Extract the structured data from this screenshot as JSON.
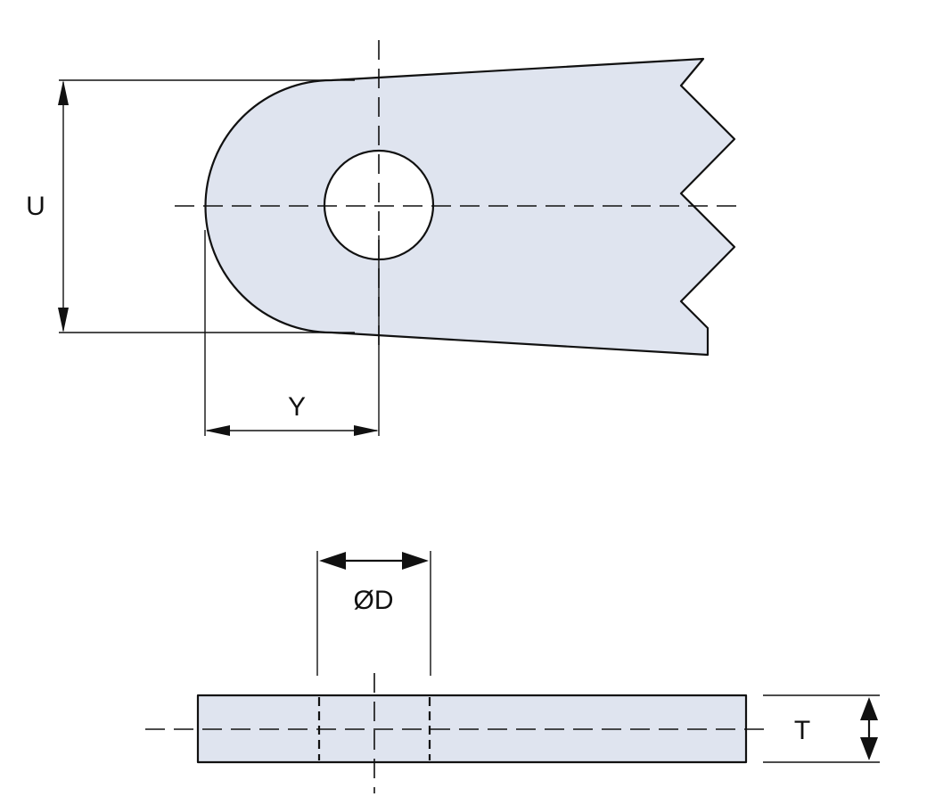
{
  "diagram": {
    "top_view": {
      "labels": {
        "width": "U",
        "hole_offset": "Y"
      }
    },
    "side_view": {
      "labels": {
        "hole_diameter": "ØD",
        "thickness": "T"
      }
    },
    "colors": {
      "part_fill": "#dfe4ef",
      "line": "#111111",
      "background": "#ffffff"
    }
  }
}
